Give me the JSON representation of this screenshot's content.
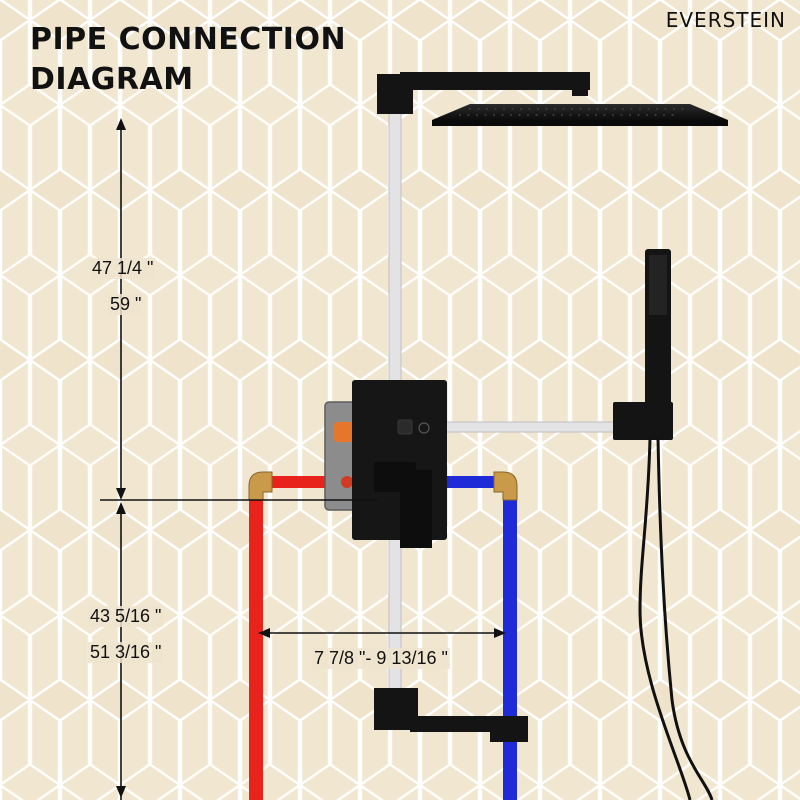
{
  "title_line1": "PIPE CONNECTION",
  "title_line2": "DIAGRAM",
  "brand": "EVERSTEIN",
  "dims": {
    "upper_a": "47 1/4 \"",
    "upper_b": "59 \"",
    "lower_a": "43 5/16 \"",
    "lower_b": "51 3/16 \"",
    "width": "7 7/8 \"- 9 13/16 \""
  },
  "colors": {
    "wall": "#efe3cc",
    "hot_pipe": "#e8231b",
    "cold_pipe": "#1f2bd6",
    "supply_pipe": "#e3e3e6",
    "fixture": "#141414",
    "brass": "#c99a4a"
  }
}
